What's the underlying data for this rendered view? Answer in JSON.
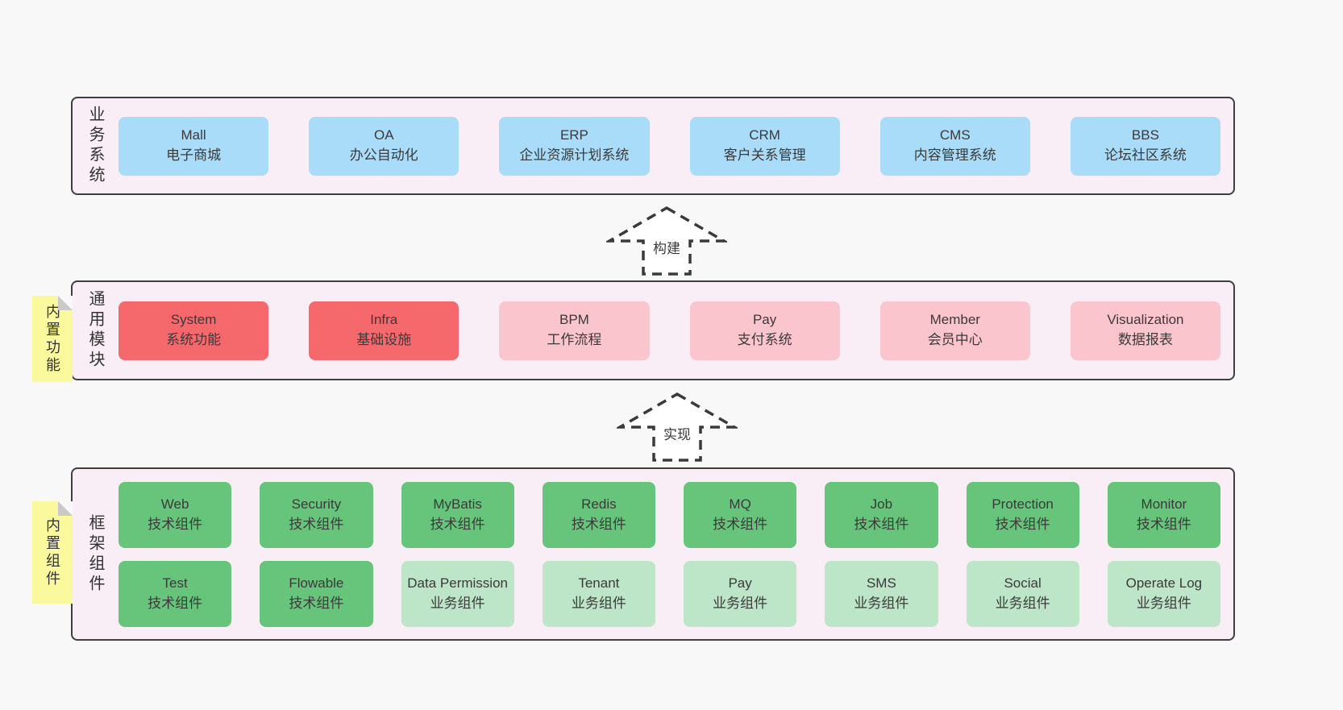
{
  "colors": {
    "pageBg": "#f8f8f8",
    "panelBg": "#f9edf6",
    "panelBorder": "#3f3f42",
    "boxText": "#3a3a3a",
    "blue": "#a9dcf8",
    "red": "#f5696c",
    "pink": "#fbc5ce",
    "green": "#66c57a",
    "lightGreen": "#bde5c7",
    "noteYellow": "#fbf99d",
    "noteFold": "#c9c9c9",
    "arrowLine": "#3a3a3a",
    "arrowFill": "#ffffff"
  },
  "arrows": [
    {
      "label": "构建"
    },
    {
      "label": "实现"
    }
  ],
  "sections": [
    {
      "label": "业务系统",
      "boxes": [
        {
          "title": "Mall",
          "subtitle": "电子商城"
        },
        {
          "title": "OA",
          "subtitle": "办公自动化"
        },
        {
          "title": "ERP",
          "subtitle": "企业资源计划系统"
        },
        {
          "title": "CRM",
          "subtitle": "客户关系管理"
        },
        {
          "title": "CMS",
          "subtitle": "内容管理系统"
        },
        {
          "title": "BBS",
          "subtitle": "论坛社区系统"
        }
      ]
    },
    {
      "label": "通用模块",
      "note": "内置功能",
      "boxes": [
        {
          "title": "System",
          "subtitle": "系统功能"
        },
        {
          "title": "Infra",
          "subtitle": "基础设施"
        },
        {
          "title": "BPM",
          "subtitle": "工作流程"
        },
        {
          "title": "Pay",
          "subtitle": "支付系统"
        },
        {
          "title": "Member",
          "subtitle": "会员中心"
        },
        {
          "title": "Visualization",
          "subtitle": "数据报表"
        }
      ]
    },
    {
      "label": "框架组件",
      "note": "内置组件",
      "boxes": [
        {
          "title": "Web",
          "subtitle": "技术组件"
        },
        {
          "title": "Security",
          "subtitle": "技术组件"
        },
        {
          "title": "MyBatis",
          "subtitle": "技术组件"
        },
        {
          "title": "Redis",
          "subtitle": "技术组件"
        },
        {
          "title": "MQ",
          "subtitle": "技术组件"
        },
        {
          "title": "Job",
          "subtitle": "技术组件"
        },
        {
          "title": "Protection",
          "subtitle": "技术组件"
        },
        {
          "title": "Monitor",
          "subtitle": "技术组件"
        },
        {
          "title": "Test",
          "subtitle": "技术组件"
        },
        {
          "title": "Flowable",
          "subtitle": "技术组件"
        },
        {
          "title": "Data Permission",
          "subtitle": "业务组件"
        },
        {
          "title": "Tenant",
          "subtitle": "业务组件"
        },
        {
          "title": "Pay",
          "subtitle": "业务组件"
        },
        {
          "title": "SMS",
          "subtitle": "业务组件"
        },
        {
          "title": "Social",
          "subtitle": "业务组件"
        },
        {
          "title": "Operate Log",
          "subtitle": "业务组件"
        }
      ]
    }
  ]
}
